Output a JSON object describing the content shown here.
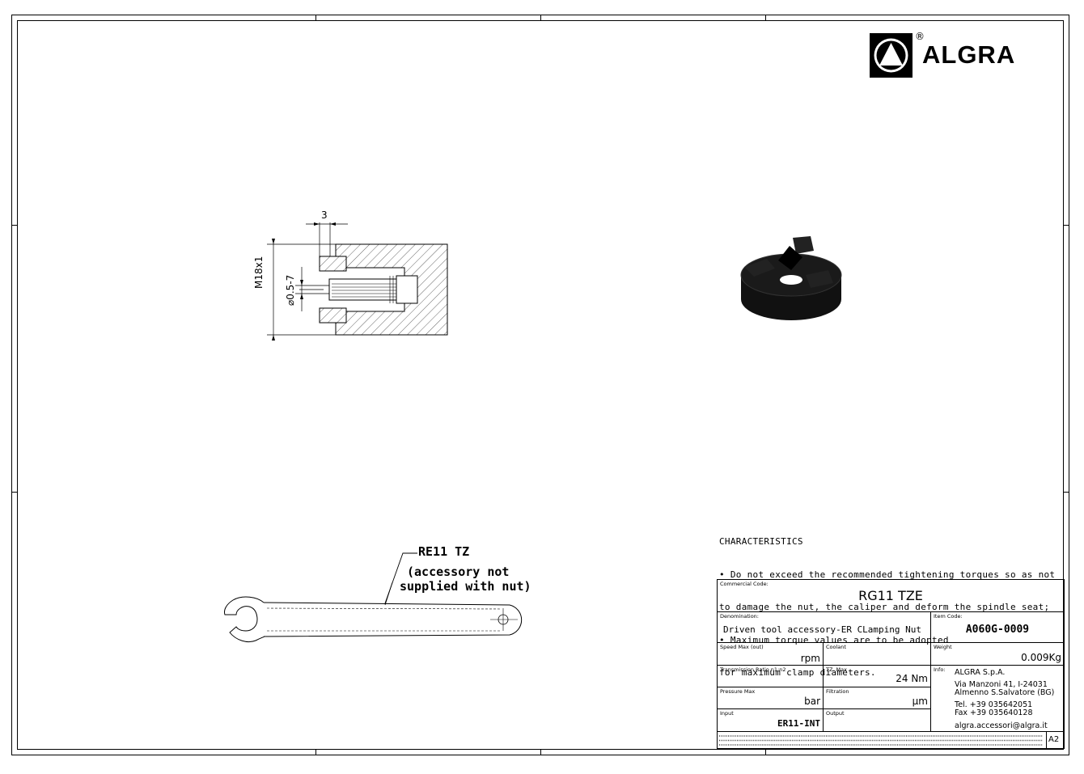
{
  "brand": {
    "name": "ALGRA",
    "registered": "®"
  },
  "drawing": {
    "dim_width": "3",
    "dim_thread": "M18x1",
    "dim_diameter": "0.5-7",
    "diameter_symbol": "⌀"
  },
  "wrench": {
    "label_code": "RE11 TZ",
    "label_note_1": "(accessory not",
    "label_note_2": "supplied with nut)"
  },
  "characteristics": {
    "title": "CHARACTERISTICS",
    "lines": [
      "• Do not exceed the recommended tightening torques so as not",
      "to damage the nut, the caliper and deform the spindle seat;",
      "• Maximum torque values are to be adopted",
      "for maximum clamp diameters."
    ]
  },
  "title_block": {
    "commercial_code_label": "Commercial Code:",
    "commercial_code": "RG11 TZE",
    "denomination_label": "Denomination:",
    "denomination": "Driven tool accessory-ER CLamping Nut",
    "item_code_label": "Item Code:",
    "item_code": "A060G-0009",
    "speed_label": "Speed Max (out)",
    "speed_unit": "rpm",
    "coolant_label": "Coolant",
    "weight_label": "Weight",
    "weight": "0.009Kg",
    "ratio_label": "Transmission Ratio n1:n2",
    "torque_label": "TZ. Max",
    "torque_value": "24",
    "torque_unit": "Nm",
    "info_label": "Info:",
    "company": "ALGRA S.p.A.",
    "address_1": "Via Manzoni 41, I-24031",
    "address_2": "Almenno S.Salvatore (BG)",
    "tel": "Tel. +39 035642051",
    "fax": "Fax +39 035640128",
    "email": "algra.accessori@algra.it",
    "pressure_label": "Pressure Max",
    "pressure_unit": "bar",
    "filtration_label": "Filtration",
    "filtration_unit": "µm",
    "input_label": "Input",
    "input_value": "ER11-INT",
    "output_label": "Output",
    "sheet_size": "A2"
  }
}
